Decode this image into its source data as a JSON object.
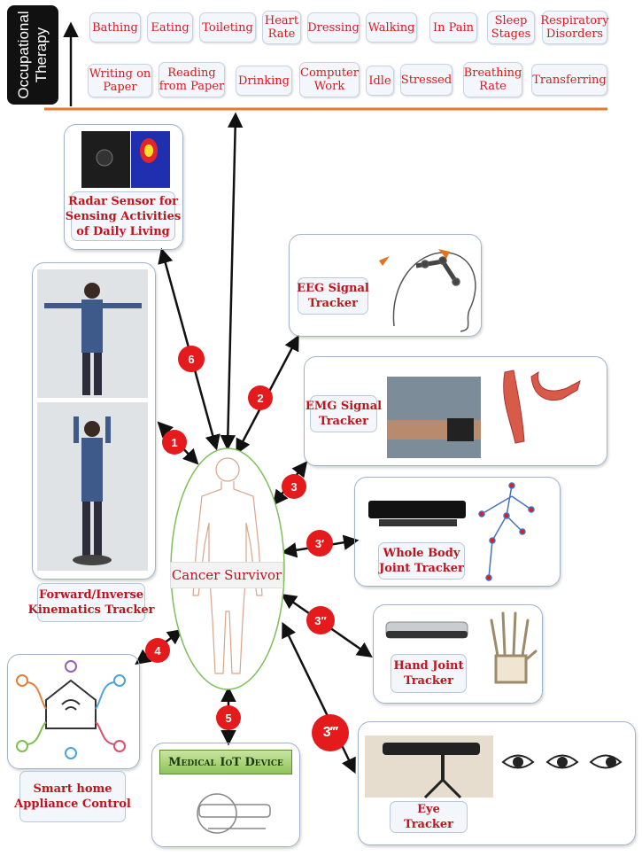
{
  "axis_label": "Occupational\nTherapy",
  "activities_row1": [
    "Bathing",
    "Eating",
    "Toileting",
    "Heart\nRate",
    "Dressing",
    "Walking",
    "In Pain",
    "Sleep\nStages",
    "Respiratory\nDisorders"
  ],
  "activities_row2": [
    "Writing on\nPaper",
    "Reading\nfrom Paper",
    "Drinking",
    "Computer\nWork",
    "Idle",
    "Stressed",
    "Breathing\nRate",
    "Transferring"
  ],
  "center": "Cancer Survivor",
  "devices": {
    "radar": "Radar Sensor for\nSensing Activities\nof Daily Living",
    "eeg": "EEG Signal\nTracker",
    "emg": "EMG Signal\nTracker",
    "kinematics": "Forward/Inverse\nKinematics Tracker",
    "whole_body": "Whole Body\nJoint Tracker",
    "hand": "Hand Joint\nTracker",
    "smart_home": "Smart home\nAppliance Control",
    "iot": "Medical IoT Device",
    "eye": "Eye Tracker"
  },
  "badges": {
    "b1": "1",
    "b2": "2",
    "b3": "3",
    "b3p": "3′",
    "b3pp": "3″",
    "b3ppp": "3‴",
    "b4": "4",
    "b5": "5",
    "b6": "6"
  },
  "colors": {
    "accent_red": "#e41a1c",
    "label_red": "#c1131b",
    "orange_line": "#e8782b",
    "panel_border": "#9fb4cc"
  }
}
